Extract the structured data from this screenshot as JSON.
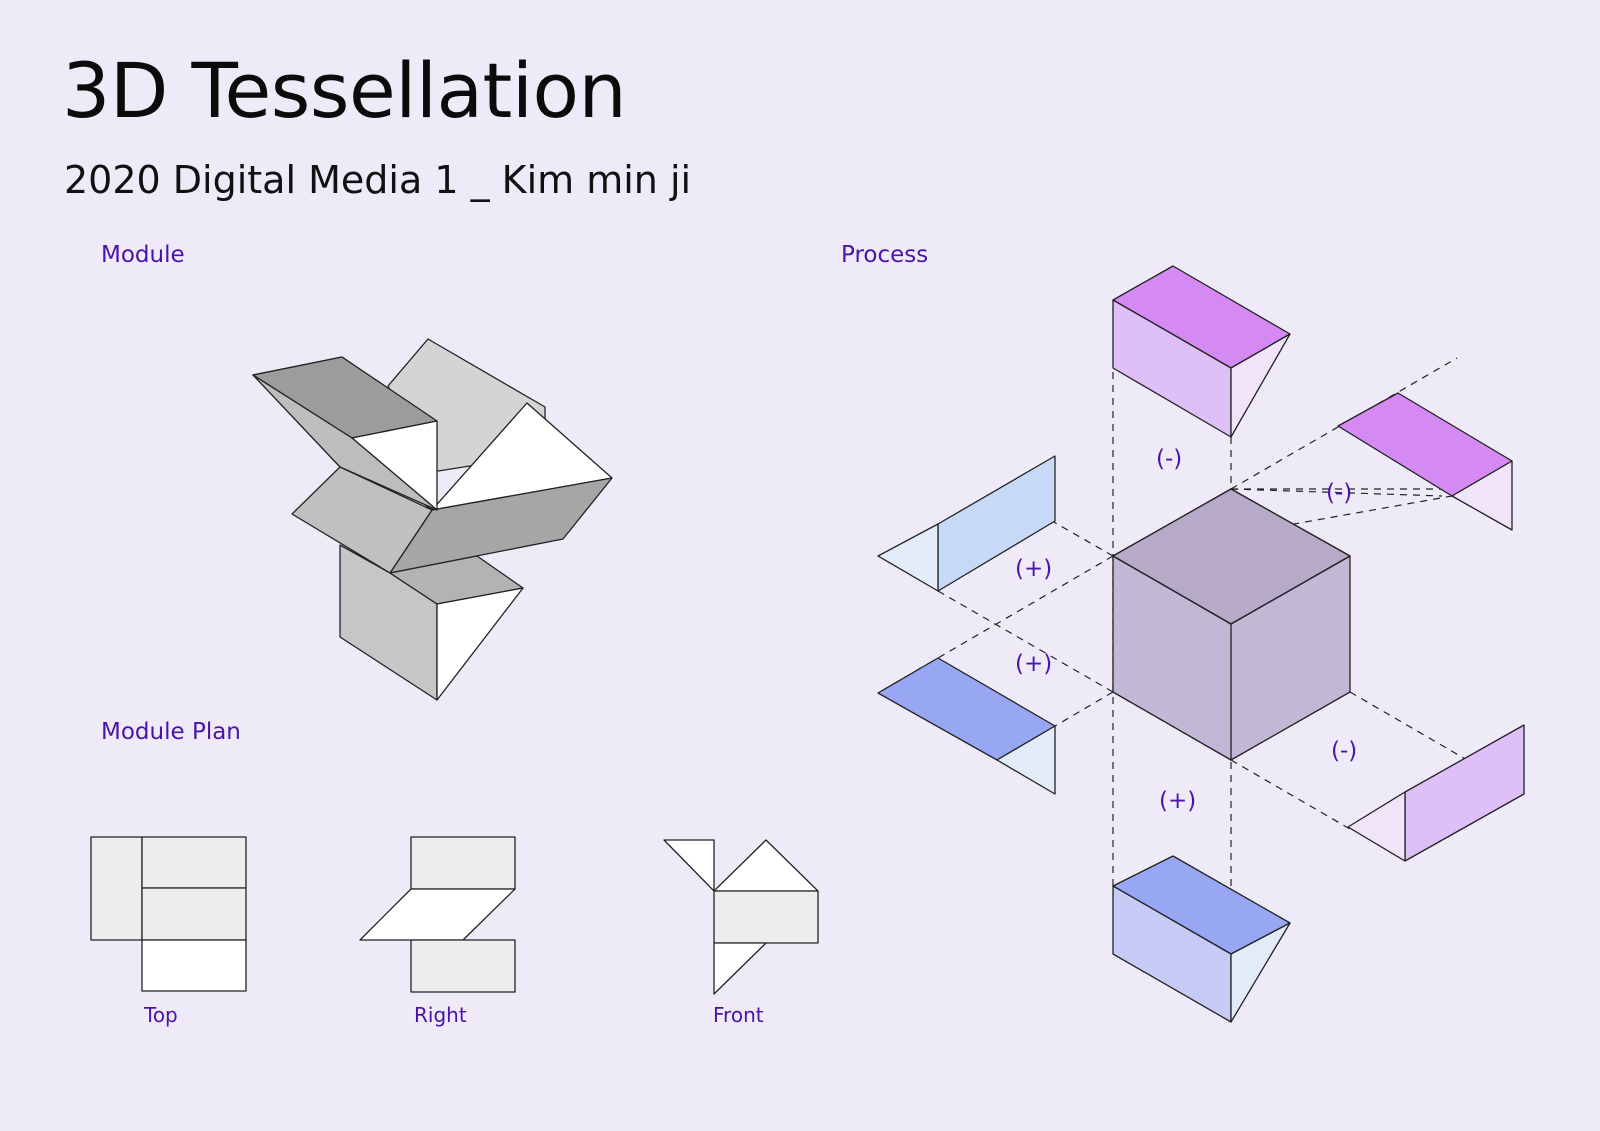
{
  "title": "3D Tessellation",
  "subtitle": "2020 Digital Media 1 _ Kim min ji",
  "sections": {
    "module": "Module",
    "module_plan": "Module Plan",
    "process": "Process"
  },
  "plan_views": {
    "top": "Top",
    "right": "Right",
    "front": "Front"
  },
  "process_signs": {
    "top": "(-)",
    "upper_right": "(-)",
    "lower_right": "(-)",
    "upper_left": "(+)",
    "lower_left": "(+)",
    "bottom": "(+)"
  },
  "colors": {
    "background": "#eeeaf8",
    "accent_text": "#4a14a8",
    "cube_fill": "#c2b8d6",
    "magenta_top": "#d589f2",
    "magenta_light": "#dfbff7",
    "blue_top": "#97a7f3",
    "blue_light": "#c6cbf5",
    "pale_blue": "#e4ebf8",
    "gray_module": "#c9c9c9"
  }
}
